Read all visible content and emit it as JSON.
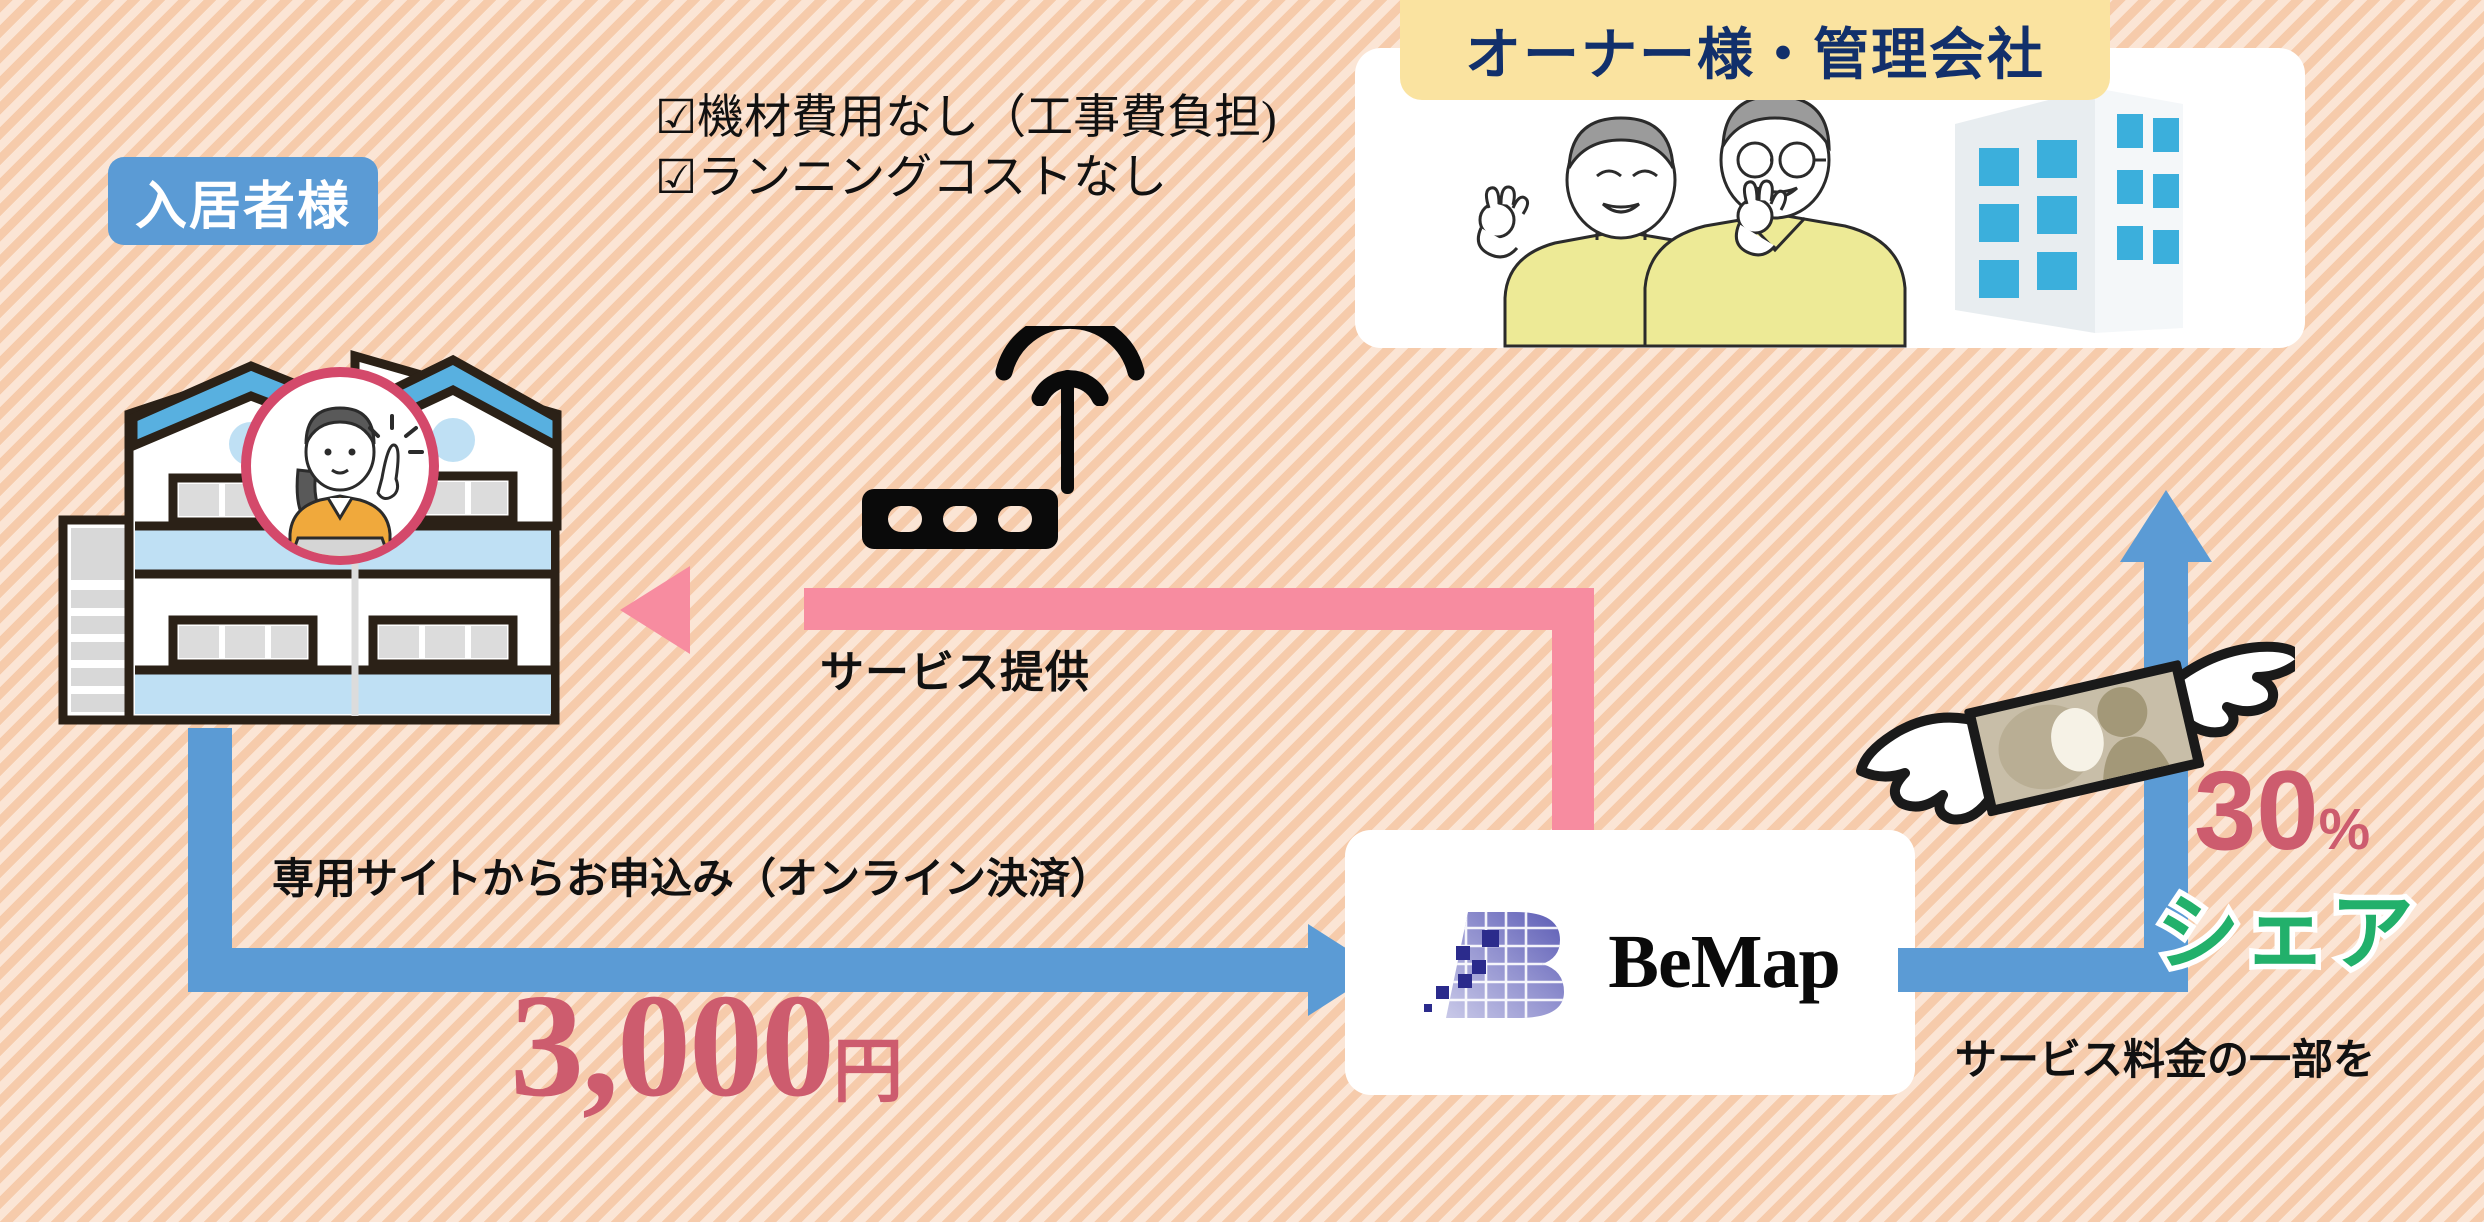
{
  "diagram": {
    "title": "BeMap WiFi service flow diagram",
    "colors": {
      "bg_stripe_dark": "#F6CBAB",
      "bg_stripe_light": "#FBE5D5",
      "blue": "#5B9BD5",
      "pink": "#F78CA0",
      "rose": "#CD5C6E",
      "green": "#22B06B",
      "navy": "#12306B",
      "yellow_badge": "#FAE3A0"
    }
  },
  "tenant_badge": {
    "label": "入居者様"
  },
  "owner_badge": {
    "label": "オーナー様・管理会社"
  },
  "checklist": {
    "items": [
      "☑機材費用なし（工事費負担)",
      "☑ランニングコストなし"
    ]
  },
  "flows": {
    "service_label": "サービス提供",
    "apply_label": "専用サイトからお申込み（オンライン決済）",
    "fee_label": "サービス料金の一部を"
  },
  "price": {
    "amount": "3,000",
    "unit": "円"
  },
  "share": {
    "percent": "30",
    "symbol": "%",
    "label": "シェア"
  },
  "bemap": {
    "name": "BeMap"
  },
  "icons": {
    "router": "wifi-router-icon",
    "money": "flying-money-icon",
    "house": "apartment-house-icon",
    "couple": "elderly-couple-icon",
    "building": "office-building-icon",
    "person": "woman-with-laptop-icon"
  }
}
